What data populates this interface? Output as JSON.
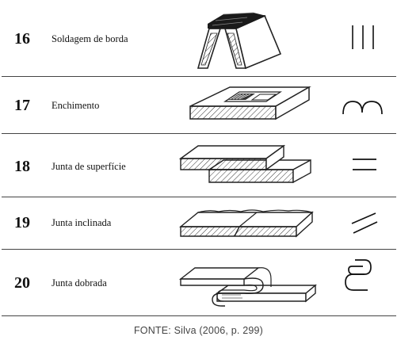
{
  "rows": [
    {
      "number": "16",
      "label": "Soldagem de borda",
      "illustration": "edge-weld-drawing",
      "symbol": "edge-weld-symbol"
    },
    {
      "number": "17",
      "label": "Enchimento",
      "illustration": "surfacing-weld-drawing",
      "symbol": "surfacing-symbol"
    },
    {
      "number": "18",
      "label": "Junta de superfície",
      "illustration": "surface-joint-drawing",
      "symbol": "surface-joint-symbol"
    },
    {
      "number": "19",
      "label": "Junta inclinada",
      "illustration": "inclined-joint-drawing",
      "symbol": "inclined-joint-symbol"
    },
    {
      "number": "20",
      "label": "Junta dobrada",
      "illustration": "folded-joint-drawing",
      "symbol": "folded-joint-symbol"
    }
  ],
  "source": "FONTE: Silva (2006, p. 299)"
}
